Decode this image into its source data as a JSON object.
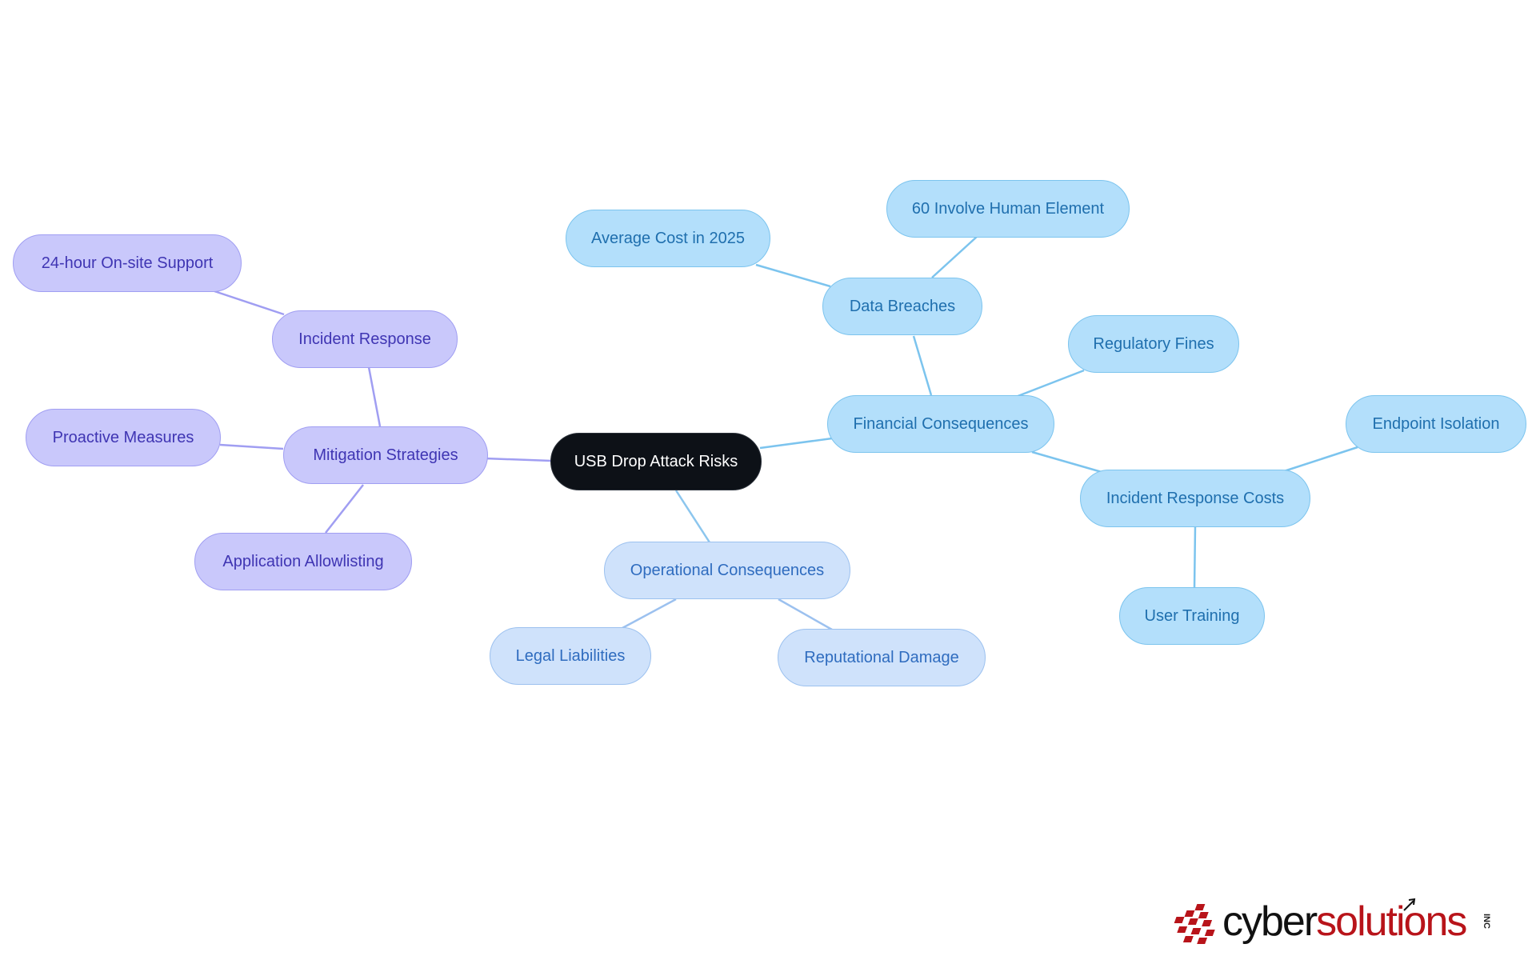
{
  "diagram": {
    "root": {
      "label": "USB Drop Attack Risks"
    },
    "branches": {
      "financial": {
        "label": "Financial Consequences",
        "color": "#b3dffb",
        "data_breaches": {
          "label": "Data Breaches",
          "children": [
            "Average Cost in 2025",
            "60 Involve Human Element"
          ]
        },
        "regulatory_fines": {
          "label": "Regulatory Fines"
        },
        "incident_response_costs": {
          "label": "Incident Response Costs",
          "children": [
            "Endpoint Isolation",
            "User Training"
          ]
        }
      },
      "operational": {
        "label": "Operational Consequences",
        "color": "#cfe2fb",
        "children": [
          "Legal Liabilities",
          "Reputational Damage"
        ]
      },
      "mitigation": {
        "label": "Mitigation Strategies",
        "color": "#c9c8fb",
        "incident_response": {
          "label": "Incident Response",
          "children": [
            "24-hour On-site Support"
          ]
        },
        "children": [
          "Proactive Measures",
          "Application Allowlisting"
        ]
      }
    }
  },
  "logo": {
    "part1": "cyber",
    "part2": "solutions",
    "suffix": "INC"
  }
}
